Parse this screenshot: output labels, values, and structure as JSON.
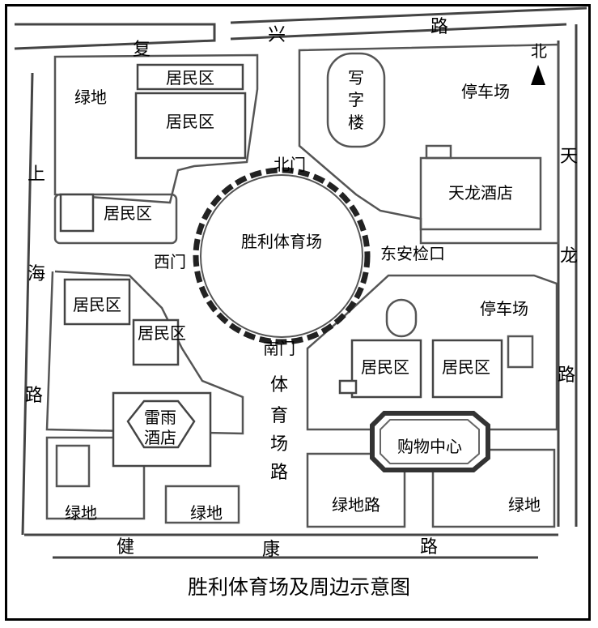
{
  "caption": "胜利体育场及周边示意图",
  "compass": {
    "label": "北",
    "icon": "north-arrow-icon"
  },
  "roads": {
    "fuxing": [
      "复",
      "兴",
      "路"
    ],
    "shanghai": [
      "上",
      "海",
      "路"
    ],
    "tianlong": [
      "天",
      "龙",
      "路"
    ],
    "jiankang": [
      "健",
      "康",
      "路"
    ],
    "tiyuchang": [
      "体",
      "育",
      "场",
      "路"
    ],
    "lvdi_road": "绿地路"
  },
  "places": {
    "stadium": "胜利体育场",
    "north_gate": "北门",
    "west_gate": "西门",
    "south_gate": "南门",
    "checkpoint": "东安检口",
    "residential": [
      "居民区",
      "居民区",
      "居民区",
      "居民区",
      "居民区",
      "居民区",
      "居民区"
    ],
    "green": [
      "绿地",
      "绿地",
      "绿地",
      "绿地"
    ],
    "office": [
      "写",
      "字",
      "楼"
    ],
    "parking": [
      "停车场",
      "停车场"
    ],
    "hotel_tianlong": "天龙酒店",
    "hotel_leiyu": [
      "雷雨",
      "酒店"
    ],
    "mall": "购物中心"
  }
}
